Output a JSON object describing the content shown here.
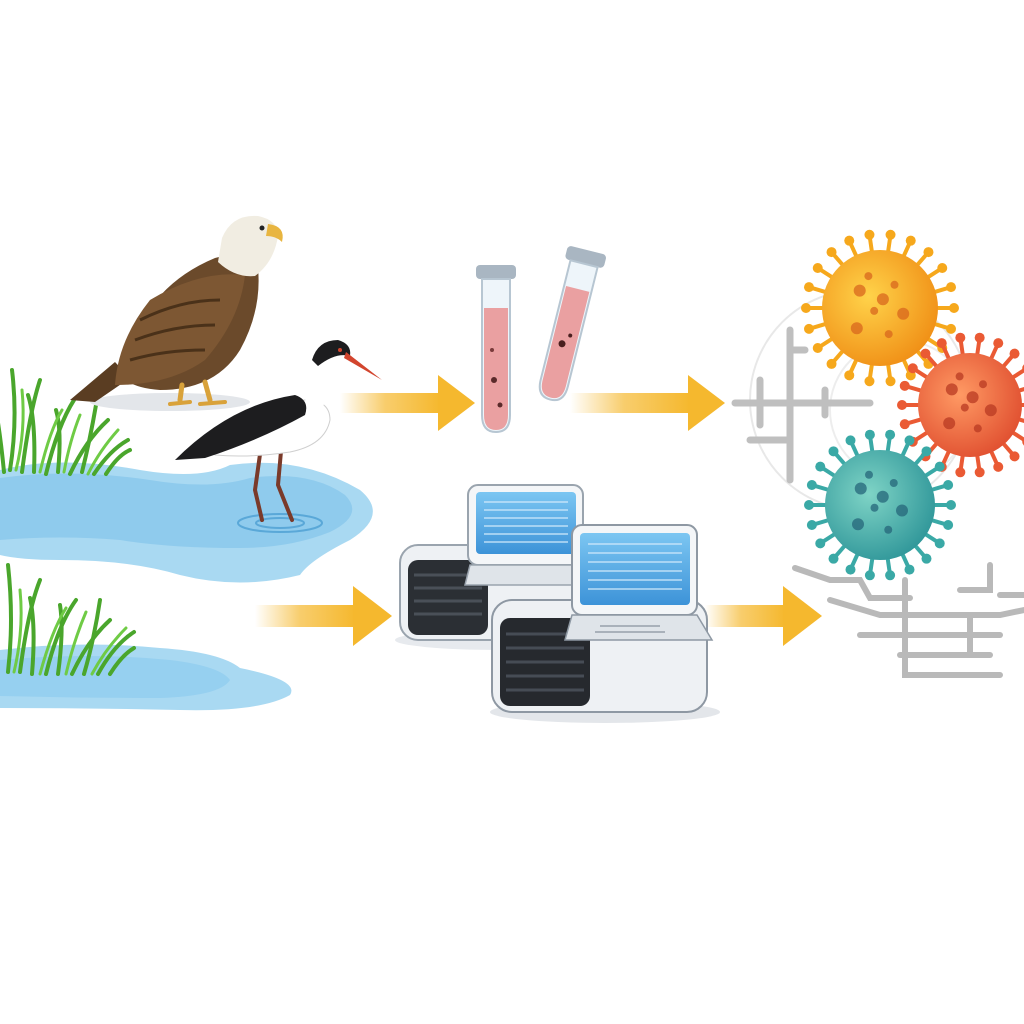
{
  "diagram": {
    "stages": [
      {
        "name": "wild-birds-wetland-habitat",
        "icons": [
          "eagle-icon",
          "stilt-bird-icon",
          "grass-icon",
          "water-pool-icon"
        ]
      },
      {
        "name": "sample-collection",
        "icons": [
          "test-tube-icon"
        ]
      },
      {
        "name": "sequencing",
        "icons": [
          "sequencer-machine-icon"
        ]
      },
      {
        "name": "virus-identification",
        "icons": [
          "virus-icon",
          "phylogenetic-tree-icon"
        ]
      }
    ],
    "colors": {
      "arrow": "#f5b82e",
      "water": "#9ed3ef",
      "grass": "#5dbb3a",
      "eagle_body": "#6b4a2b",
      "stilt_black": "#1d1d1f",
      "tube_fluid": "#e58b8b",
      "machine_body": "#eef1f4",
      "machine_screen": "#4fa9e6",
      "virus_orange": "#f39a1e",
      "virus_red": "#e8563a",
      "virus_teal": "#3aa9a6",
      "tree_gray": "#b9b9b9"
    }
  }
}
